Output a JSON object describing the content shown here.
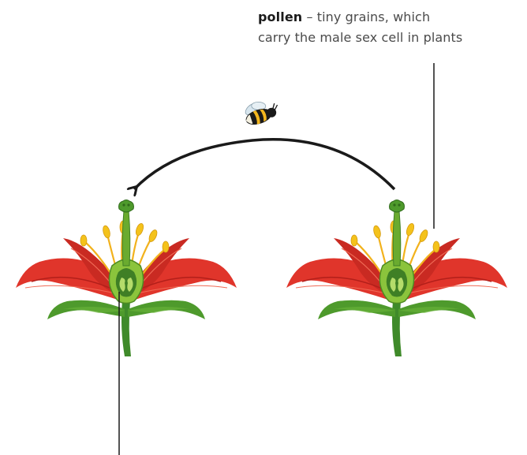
{
  "pollen_label": {
    "term": "pollen",
    "definition_line1": " – tiny grains, which",
    "definition_line2": "carry the male sex cell in plants"
  },
  "icons": {
    "insect": "bee-icon",
    "flower": "lily-flower-icon",
    "arrow": "curved-arrow-icon"
  },
  "colors": {
    "petal": "#e0352b",
    "petal_dark": "#b21f1a",
    "stalk": "#5fa32e",
    "sepal": "#4e9a2c",
    "pistil": "#7cb83a",
    "anther": "#f4c21b",
    "filament": "#f2b21d",
    "arrow": "#1a1a1a",
    "text": "#4a4a4a"
  }
}
